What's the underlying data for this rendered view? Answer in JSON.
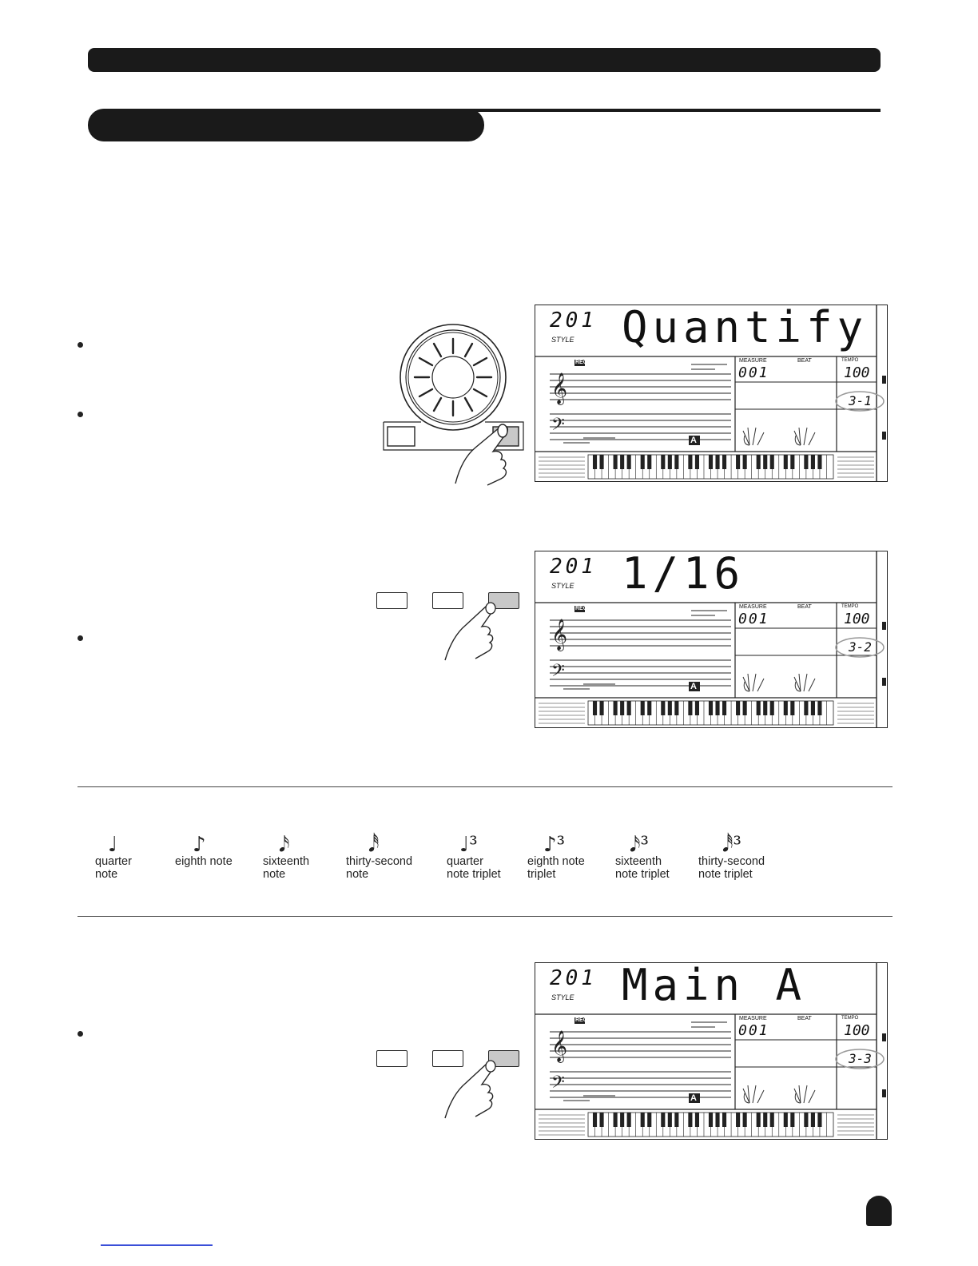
{
  "header": {
    "title": ""
  },
  "section": {
    "title": ""
  },
  "lcd_panels": [
    {
      "style_number": "201",
      "style_label": "STYLE",
      "main_text": "Quantify",
      "rec_label": "REC",
      "measure_label": "MEASURE",
      "beat_label": "BEAT",
      "tempo_label": "TEMPO",
      "measure_value": "001",
      "tempo_value": "100",
      "section_letter": "A",
      "callout": "3-1"
    },
    {
      "style_number": "201",
      "style_label": "STYLE",
      "main_text": "1/16",
      "rec_label": "REC",
      "measure_label": "MEASURE",
      "beat_label": "BEAT",
      "tempo_label": "TEMPO",
      "measure_value": "001",
      "tempo_value": "100",
      "section_letter": "A",
      "callout": "3-2"
    },
    {
      "style_number": "201",
      "style_label": "STYLE",
      "main_text": "Main A",
      "rec_label": "REC",
      "measure_label": "MEASURE",
      "beat_label": "BEAT",
      "tempo_label": "TEMPO",
      "measure_value": "001",
      "tempo_value": "100",
      "section_letter": "A",
      "callout": "3-3"
    }
  ],
  "note_values": [
    {
      "glyph": "♩",
      "line1": "quarter",
      "line2": "note"
    },
    {
      "glyph": "♪",
      "line1": "eighth note",
      "line2": ""
    },
    {
      "glyph": "𝅘𝅥𝅯",
      "line1": "sixteenth",
      "line2": "note"
    },
    {
      "glyph": "𝅘𝅥𝅰",
      "line1": "thirty-second",
      "line2": "note"
    },
    {
      "glyph": "♩³",
      "line1": "quarter",
      "line2": "note triplet"
    },
    {
      "glyph": "♪³",
      "line1": "eighth note",
      "line2": "triplet"
    },
    {
      "glyph": "𝅘𝅥𝅯³",
      "line1": "sixteenth",
      "line2": "note triplet"
    },
    {
      "glyph": "𝅘𝅥𝅰³",
      "line1": "thirty-second",
      "line2": "note  triplet"
    }
  ],
  "page": {
    "number": ""
  }
}
